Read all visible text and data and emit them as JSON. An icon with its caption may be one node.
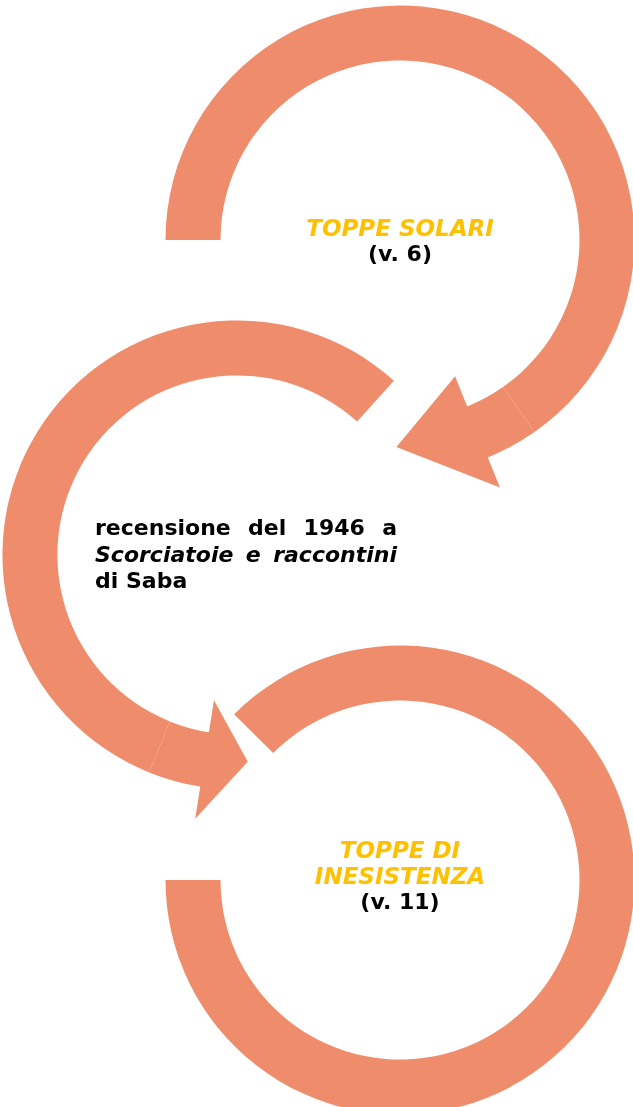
{
  "diagram": {
    "nodes": [
      {
        "text": [
          "TOPPE SOLARI",
          "(v. 6)"
        ]
      },
      {
        "text": [
          "recensione del 1946 a *Scorciatoie e raccontini* di Saba"
        ]
      },
      {
        "text": [
          "TOPPE DI INESISTENZA",
          "(v. 11)"
        ]
      }
    ],
    "edges": [
      {
        "from": 0,
        "to": 1,
        "arrow": "to"
      },
      {
        "from": 1,
        "to": 2,
        "arrow": "to"
      }
    ]
  }
}
